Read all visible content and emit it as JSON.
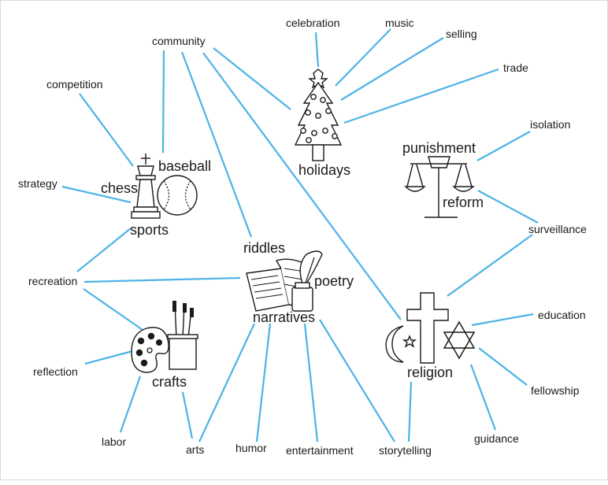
{
  "diagram": {
    "central_topics": {
      "holidays": "holidays",
      "punishment": "punishment",
      "reform": "reform",
      "chess": "chess",
      "baseball": "baseball",
      "sports": "sports",
      "riddles": "riddles",
      "poetry": "poetry",
      "narratives": "narratives",
      "crafts": "crafts",
      "religion": "religion"
    },
    "terms": {
      "celebration": "celebration",
      "music": "music",
      "selling": "selling",
      "community": "community",
      "trade": "trade",
      "competition": "competition",
      "isolation": "isolation",
      "strategy": "strategy",
      "surveillance": "surveillance",
      "recreation": "recreation",
      "education": "education",
      "reflection": "reflection",
      "fellowship": "fellowship",
      "labor": "labor",
      "guidance": "guidance",
      "arts": "arts",
      "humor": "humor",
      "entertainment": "entertainment",
      "storytelling": "storytelling"
    },
    "icons": [
      "christmas-tree-icon",
      "scales-icon",
      "chess-king-icon",
      "baseball-icon",
      "book-icon",
      "quill-inkwell-icon",
      "paint-palette-icon",
      "brush-jar-icon",
      "cross-icon",
      "crescent-star-icon",
      "star-of-david-icon"
    ],
    "connector_color": "#4db3e6"
  }
}
